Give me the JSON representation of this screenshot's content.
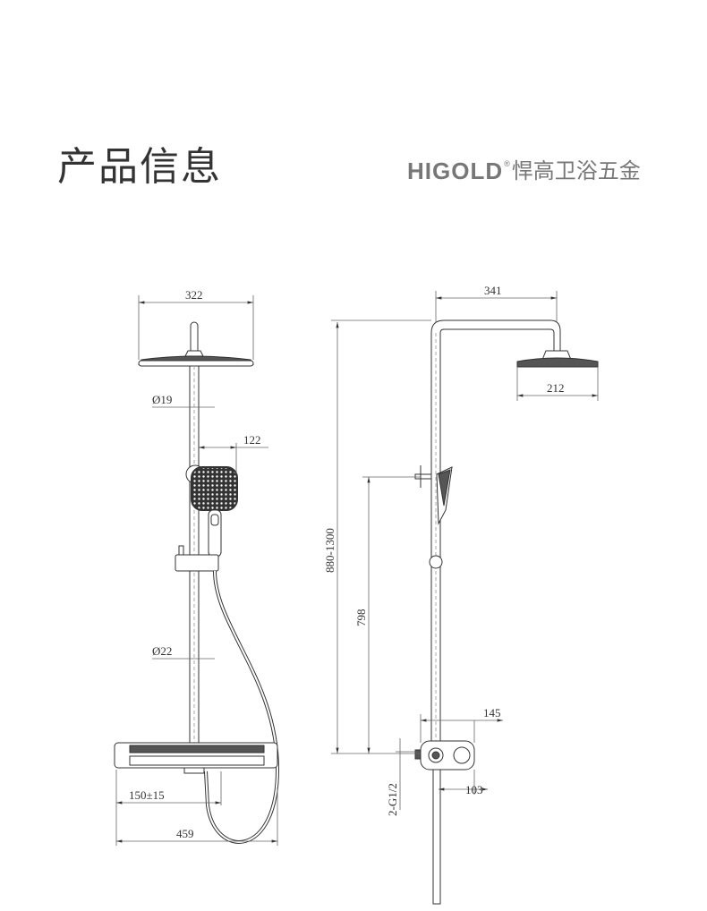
{
  "header": {
    "title": "产品信息",
    "logo_en": "HIGOLD",
    "logo_reg": "®",
    "logo_cn": "悍高卫浴五金"
  },
  "front_view": {
    "head_width": "322",
    "pipe_upper_dia": "Ø19",
    "hand_shower_offset": "122",
    "pipe_lower_dia": "Ø22",
    "outlet_spacing": "150±15",
    "shelf_width": "459"
  },
  "side_view": {
    "arm_length": "341",
    "head_diameter": "212",
    "height_range": "880-1300",
    "holder_height": "798",
    "valve_depth": "145",
    "valve_body": "103",
    "inlet_thread": "2-G1/2"
  }
}
